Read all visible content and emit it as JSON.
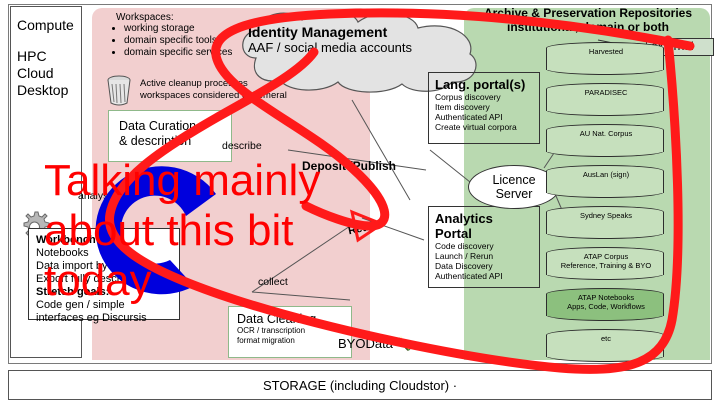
{
  "diagram": {
    "compute_panel": {
      "title": "Compute",
      "items": [
        "HPC",
        "Cloud",
        "Desktop"
      ]
    },
    "workspaces": {
      "title": "Workspaces:",
      "items": [
        "working storage",
        "domain specific tools",
        "domain specific services"
      ],
      "cleanup_note_line1": "Active cleanup processes",
      "cleanup_note_line2": "workspaces considered ephemeral",
      "trash_icon": "trash-icon",
      "gear_icon": "gear-icon"
    },
    "cloud": {
      "title": "Identity Management",
      "subtitle": "AAF / social media accounts"
    },
    "data_curation": {
      "line1": "Data Curation",
      "line2": "& description"
    },
    "data_cleaning": {
      "title": "Data Cleaning",
      "sub1": "OCR / transcription",
      "sub2": "format migration"
    },
    "workbench": {
      "title": "Workbench",
      "items": [
        "Notebooks",
        "Data import by URL",
        "Export fully described pkg"
      ],
      "stretch_title": "Stretch goals:",
      "stretch_items": [
        "Code gen / simple",
        "interfaces eg Discursis"
      ]
    },
    "lang_portal": {
      "title": "Lang. portal(s)",
      "items": [
        "Corpus discovery",
        "Item discovery",
        "Authenticated API",
        "Create virtual corpora"
      ]
    },
    "analytics_portal": {
      "title_line1": "Analytics",
      "title_line2": "Portal",
      "items": [
        "Code discovery",
        "Launch / Rerun",
        "Data Discovery",
        "Authenticated API"
      ]
    },
    "licence_server": {
      "line1": "Licence",
      "line2": "Server"
    },
    "archive_panel": {
      "title_line1": "Archive & Preservation Repositories",
      "title_line2": "institutional, domain or both",
      "external_label": "external",
      "repositories": [
        {
          "label": "Harvested",
          "sub": "",
          "highlight": false
        },
        {
          "label": "PARADISEC",
          "sub": "",
          "highlight": false
        },
        {
          "label": "AU Nat. Corpus",
          "sub": "",
          "highlight": false
        },
        {
          "label": "AusLan (sign)",
          "sub": "",
          "highlight": false
        },
        {
          "label": "Sydney Speaks",
          "sub": "",
          "highlight": false
        },
        {
          "label": "ATAP Corpus",
          "sub": "Reference, Training & BYO",
          "highlight": false
        },
        {
          "label": "ATAP Notebooks",
          "sub": "Apps, Code, Workflows",
          "highlight": true
        },
        {
          "label": "etc",
          "sub": "",
          "highlight": false
        }
      ]
    },
    "flow_labels": {
      "describe": "describe",
      "deposit": "Deposit /Publish",
      "analyse": "analyse",
      "collect": "collect",
      "reuse": "Reuse",
      "byodata": "BYOData 🍾"
    },
    "storage_bar": "STORAGE (including Cloudstor)  ·"
  },
  "annotation": {
    "red_text_line1": "Talking mainly",
    "red_text_line2": "about this bit",
    "red_text_line3": "today",
    "red_color": "#ff0000",
    "blue_color": "#0000dd",
    "lasso_name": "red-lasso-annotation"
  }
}
